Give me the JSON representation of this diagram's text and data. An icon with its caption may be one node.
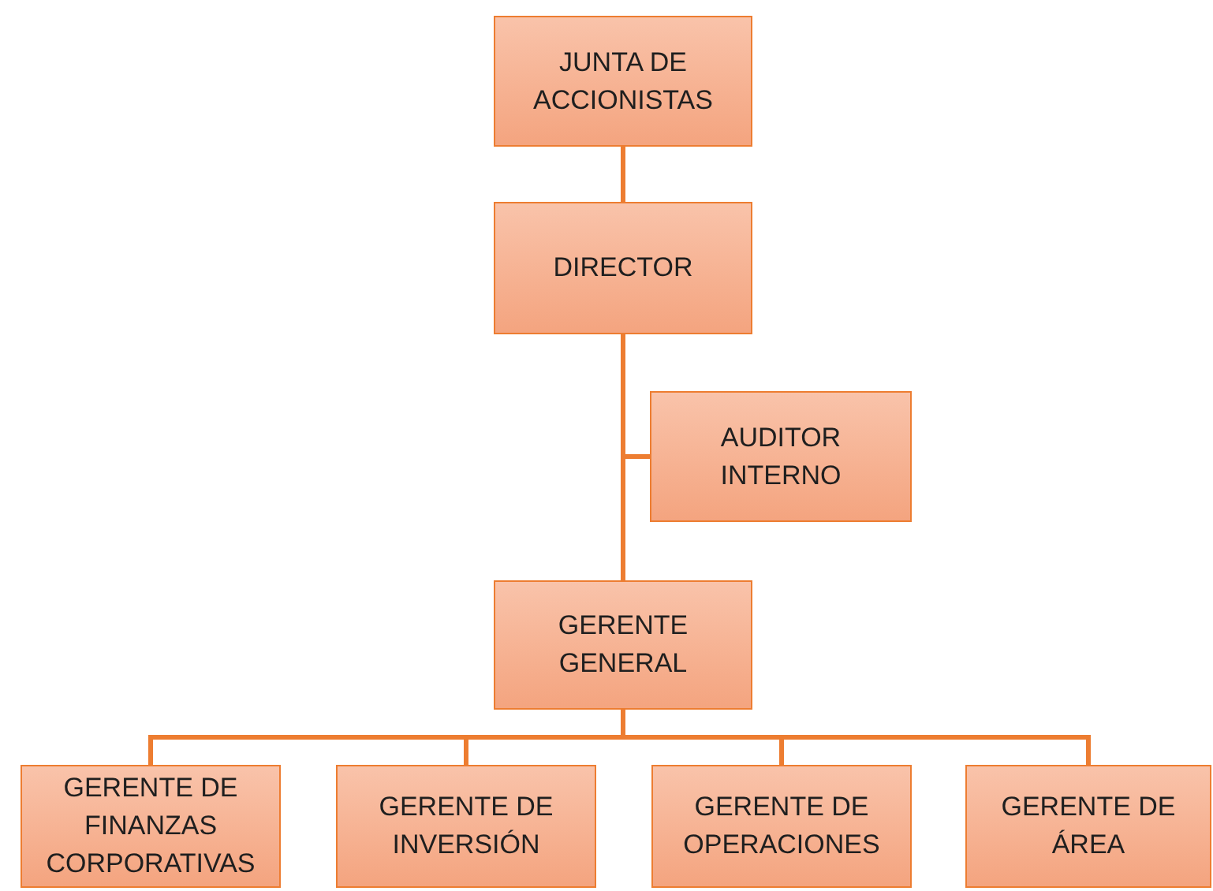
{
  "diagram": {
    "nodes": [
      {
        "text": [
          "JUNTA DE ACCIONISTAS"
        ]
      },
      {
        "text": [
          "DIRECTOR"
        ]
      },
      {
        "text": [
          "AUDITOR INTERNO"
        ]
      },
      {
        "text": [
          "GERENTE GENERAL"
        ]
      },
      {
        "text": [
          "GERENTE DE FINANZAS CORPORATIVAS"
        ]
      },
      {
        "text": [
          "GERENTE DE INVERSIÓN"
        ]
      },
      {
        "text": [
          "GERENTE DE OPERACIONES"
        ]
      },
      {
        "text": [
          "GERENTE DE ÁREA"
        ]
      }
    ],
    "edges": [
      {
        "from": 0,
        "to": 1,
        "arrow": "none"
      },
      {
        "from": 1,
        "to": 3,
        "arrow": "none"
      },
      {
        "from": 1,
        "to": 2,
        "arrow": "none"
      },
      {
        "from": 3,
        "to": 4,
        "arrow": "none"
      },
      {
        "from": 3,
        "to": 5,
        "arrow": "none"
      },
      {
        "from": 3,
        "to": 6,
        "arrow": "none"
      },
      {
        "from": 3,
        "to": 7,
        "arrow": "none"
      }
    ]
  }
}
